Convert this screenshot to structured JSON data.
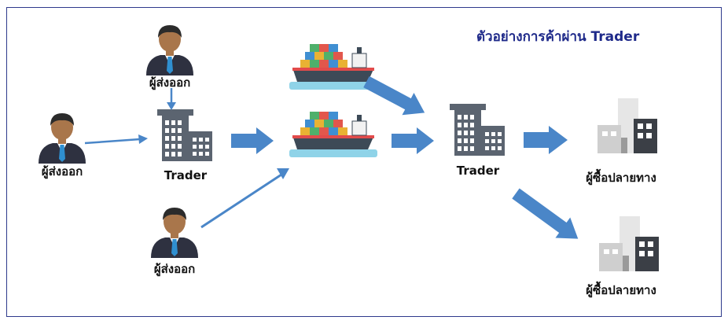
{
  "title": "ตัวอย่างการค้าผ่าน Trader",
  "labels": {
    "exporter_top": "ผู้ส่งออก",
    "exporter_left": "ผู้ส่งออก",
    "exporter_bottom": "ผู้ส่งออก",
    "trader_1": "Trader",
    "trader_2": "Trader",
    "buyer_1": "ผู้ซื้อปลายทาง",
    "buyer_2": "ผู้ซื้อปลายทาง"
  },
  "colors": {
    "arrow": "#4a86c8",
    "frame": "#2e3a8c",
    "title": "#1f2a8a",
    "skin": "#a9764b",
    "hair": "#2b2b2b",
    "suit": "#2e3140",
    "tie": "#2f8fd0",
    "building": "#5b6470",
    "ship_hull": "#3d4a57",
    "water": "#8fd3e8"
  },
  "icons": [
    "person-icon",
    "building-icon",
    "ship-icon",
    "city-building-icon",
    "arrow"
  ]
}
